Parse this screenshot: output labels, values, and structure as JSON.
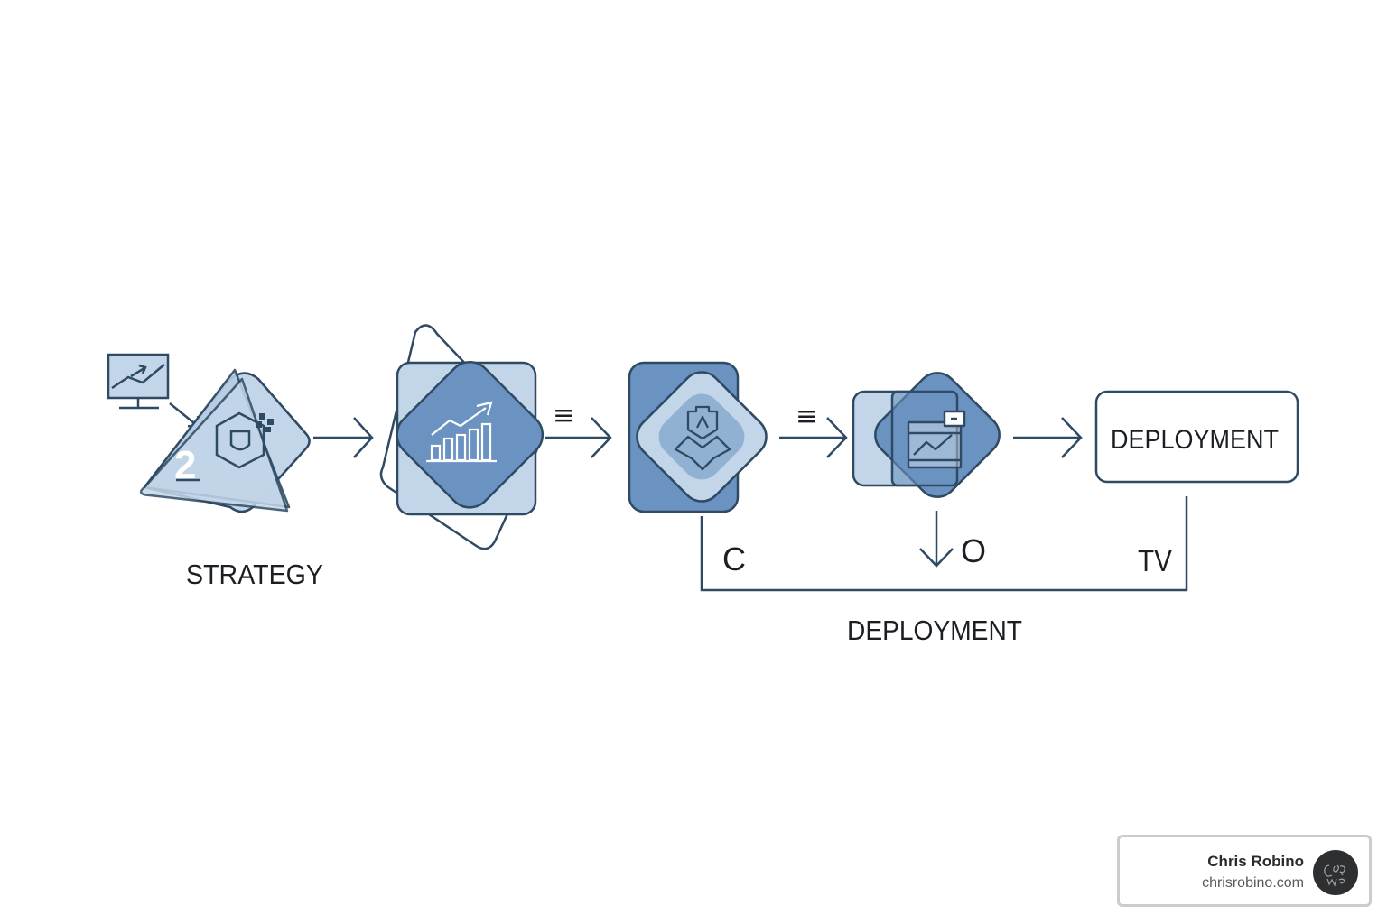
{
  "diagram": {
    "step1_number": "2",
    "label_strategy": "STRATEGY",
    "box_label": "DEPLOYMENT",
    "bottom_label": "DEPLOYMENT",
    "letter_c": "C",
    "letter_o": "O",
    "letter_tv": "TV",
    "menu_glyph_1": "≡",
    "menu_glyph_2": "≡"
  },
  "badge": {
    "name": "Chris Robino",
    "url": "chrisrobino.com"
  },
  "colors": {
    "stroke": "#2f4a63",
    "light_blue": "#c3d6e9",
    "mid_blue": "#91b1d3",
    "dark_blue": "#6b93c2"
  }
}
